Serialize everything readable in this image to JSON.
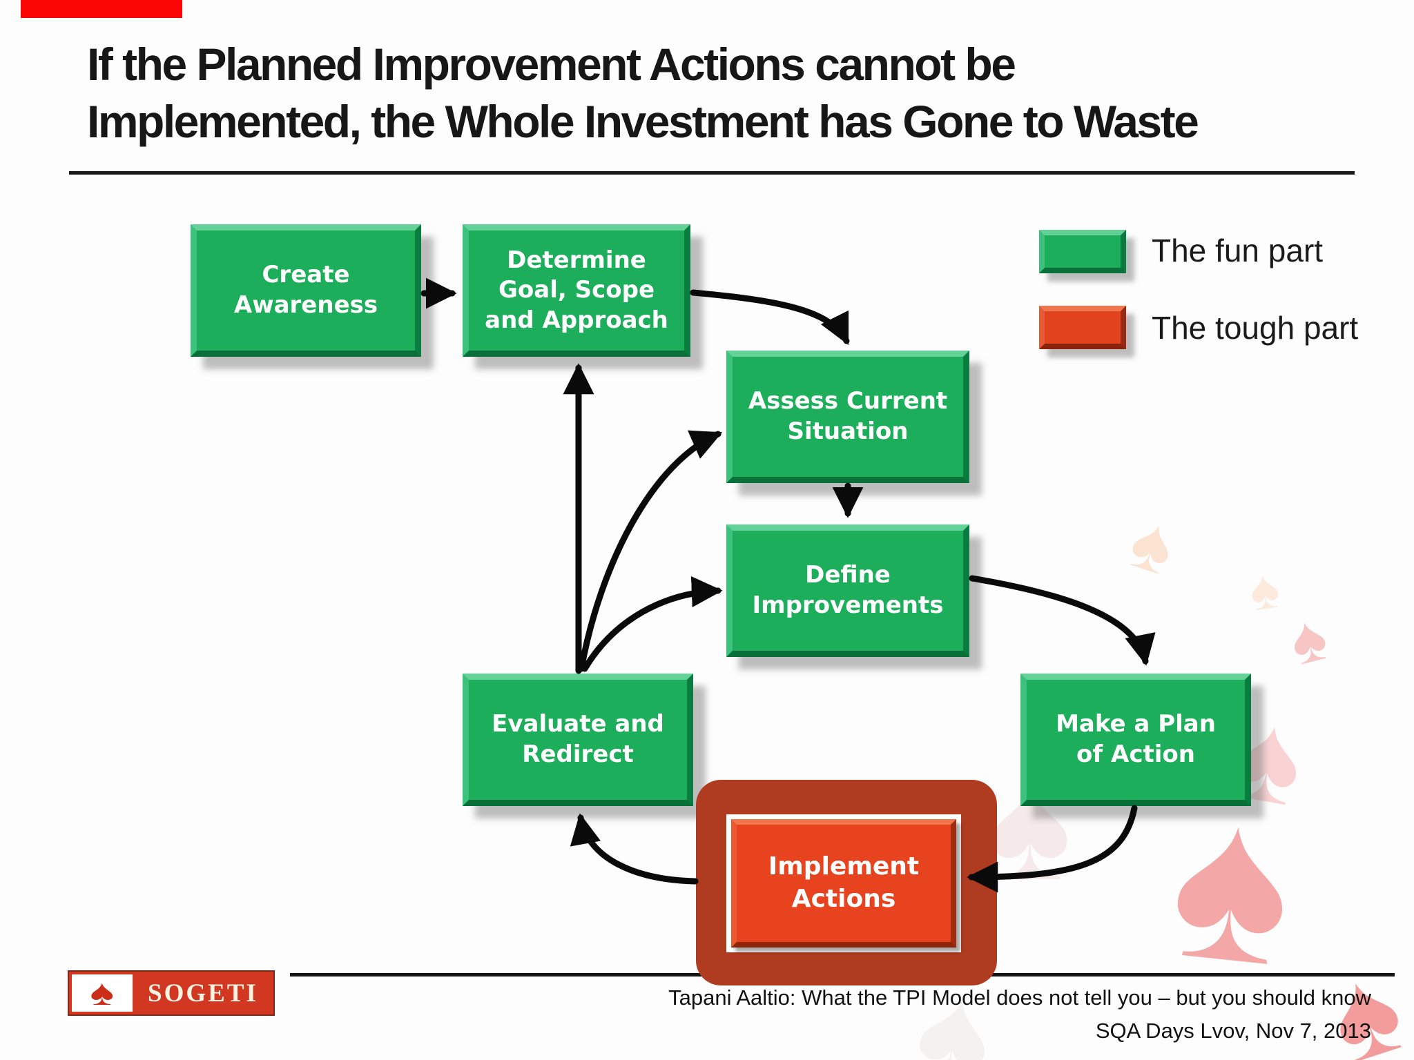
{
  "slide": {
    "title": "If the Planned Improvement Actions cannot be\nImplemented, the Whole Investment has Gone to Waste"
  },
  "flowchart": {
    "nodes": {
      "create_awareness": {
        "label": "Create\nAwareness",
        "category": "fun"
      },
      "determine_goal": {
        "label": "Determine\nGoal, Scope\nand Approach",
        "category": "fun"
      },
      "assess_current": {
        "label": "Assess Current\nSituation",
        "category": "fun"
      },
      "define_improvements": {
        "label": "Define\nImprovements",
        "category": "fun"
      },
      "evaluate_redirect": {
        "label": "Evaluate and\nRedirect",
        "category": "fun"
      },
      "make_plan": {
        "label": "Make a Plan\nof Action",
        "category": "fun"
      },
      "implement_actions": {
        "label": "Implement\nActions",
        "category": "tough"
      }
    },
    "edges": [
      {
        "from": "create_awareness",
        "to": "determine_goal"
      },
      {
        "from": "determine_goal",
        "to": "assess_current"
      },
      {
        "from": "assess_current",
        "to": "define_improvements"
      },
      {
        "from": "define_improvements",
        "to": "make_plan"
      },
      {
        "from": "make_plan",
        "to": "implement_actions"
      },
      {
        "from": "implement_actions",
        "to": "evaluate_redirect"
      },
      {
        "from": "evaluate_redirect",
        "to": "determine_goal"
      },
      {
        "from": "evaluate_redirect",
        "to": "assess_current"
      },
      {
        "from": "evaluate_redirect",
        "to": "define_improvements"
      }
    ]
  },
  "legend": {
    "items": [
      {
        "label": "The fun part",
        "color": "#1cae5b"
      },
      {
        "label": "The tough part",
        "color": "#e2431f"
      }
    ]
  },
  "footer": {
    "logo_text": "SOGETI",
    "attribution": "Tapani Aaltio: What the TPI Model does not tell you – but you should know",
    "event": "SQA Days Lvov, Nov 7, 2013"
  },
  "colors": {
    "fun_green": "#1cae5b",
    "tough_red": "#e2431f",
    "implement_frame_red": "#af3b21",
    "logo_red": "#d23722",
    "accent_bar_red": "#fb0505",
    "arrow_black": "#0a0a0a",
    "title_text": "#171717"
  }
}
